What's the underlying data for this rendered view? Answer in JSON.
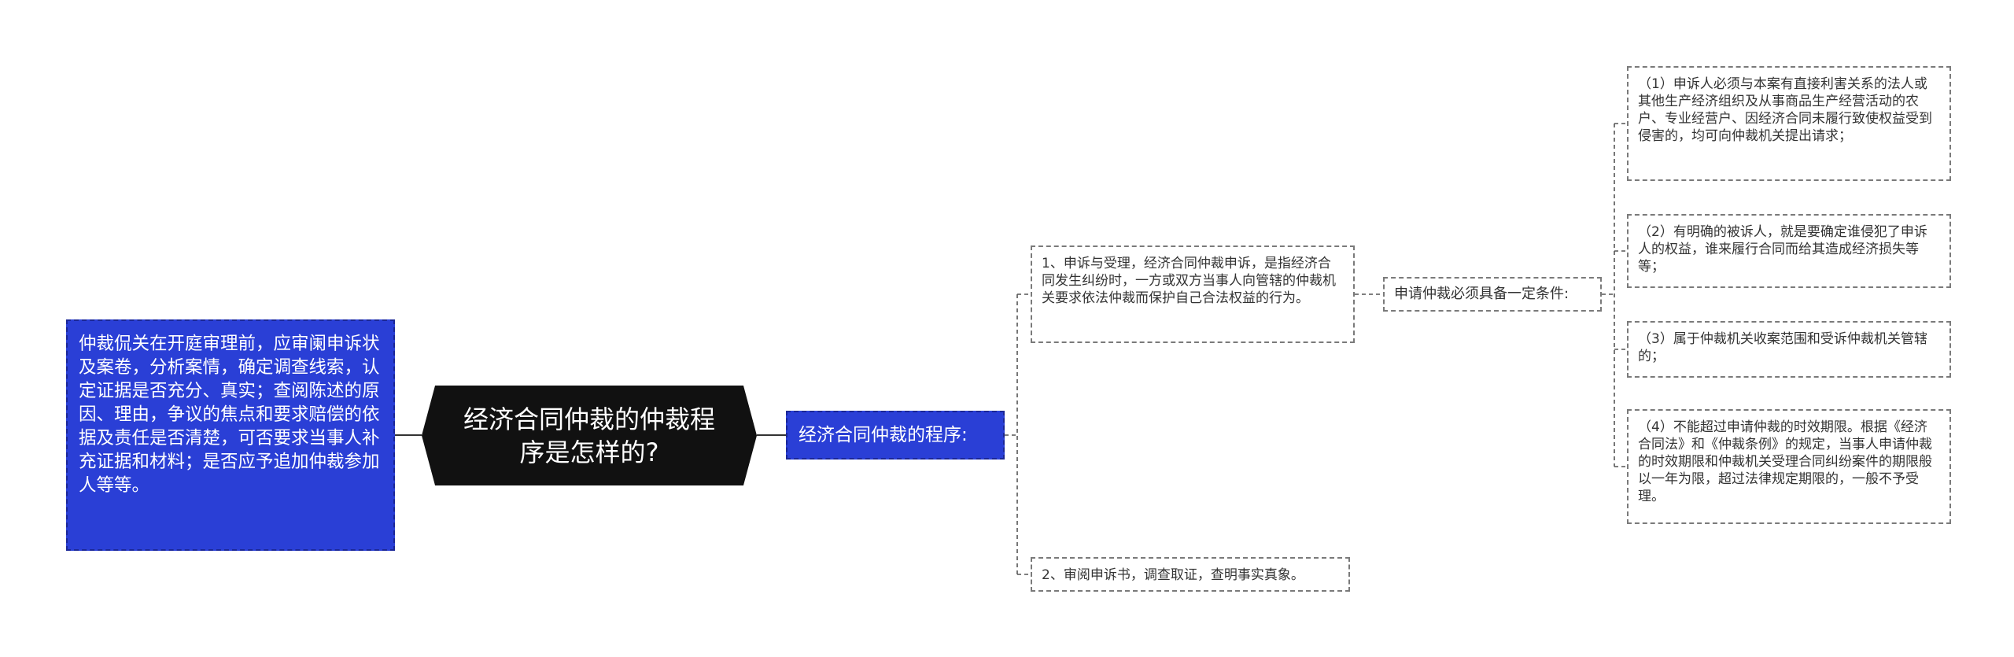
{
  "mindmap": {
    "root": {
      "title": "经济合同仲裁的仲裁程序是怎样的?"
    },
    "left_description": "仲裁侃关在开庭审理前，应审阑申诉状及案卷，分析案情，确定调查线索，认定证据是否充分、真实；查阅陈述的原因、理由，争议的焦点和要求赔偿的依据及责任是否清楚，可否要求当事人补充证据和材料；是否应予追加仲裁参加人等等。",
    "branch": {
      "label": "经济合同仲裁的程序:"
    },
    "steps": [
      {
        "text": "1、申诉与受理，经济合同仲裁申诉，是指经济合同发生纠纷时，一方或双方当事人向管辖的仲裁机关要求依法仲裁而保护自己合法权益的行为。"
      },
      {
        "text": "2、审阅申诉书，调查取证，查明事实真象。"
      }
    ],
    "conditions_label": "申请仲裁必须具备一定条件:",
    "conditions": [
      {
        "text": "（1）申诉人必须与本案有直接利害关系的法人或其他生产经济组织及从事商品生产经营活动的农户、专业经营户、因经济合同未履行致使权益受到侵害的，均可向仲裁机关提出请求；"
      },
      {
        "text": "（2）有明确的被诉人，就是要确定谁侵犯了申诉人的权益，谁来履行合同而给其造成经济损失等等；"
      },
      {
        "text": "（3）属于仲裁机关收案范围和受诉仲裁机关管辖的；"
      },
      {
        "text": "（4）不能超过申请仲裁的时效期限。根据《经济合同法》和《仲裁条例》的规定，当事人申请仲裁的时效期限和仲裁机关受理合同纠纷案件的期限般以一年为限，超过法律规定期限的，一般不予受理。"
      }
    ]
  },
  "colors": {
    "root_fill": "#111111",
    "branch_fill": "#2a3fd6",
    "branch_border": "#1b2796",
    "box_border": "#7a7a7a",
    "text_dark": "#333333",
    "text_light": "#ffffff",
    "connector": "#333333"
  }
}
